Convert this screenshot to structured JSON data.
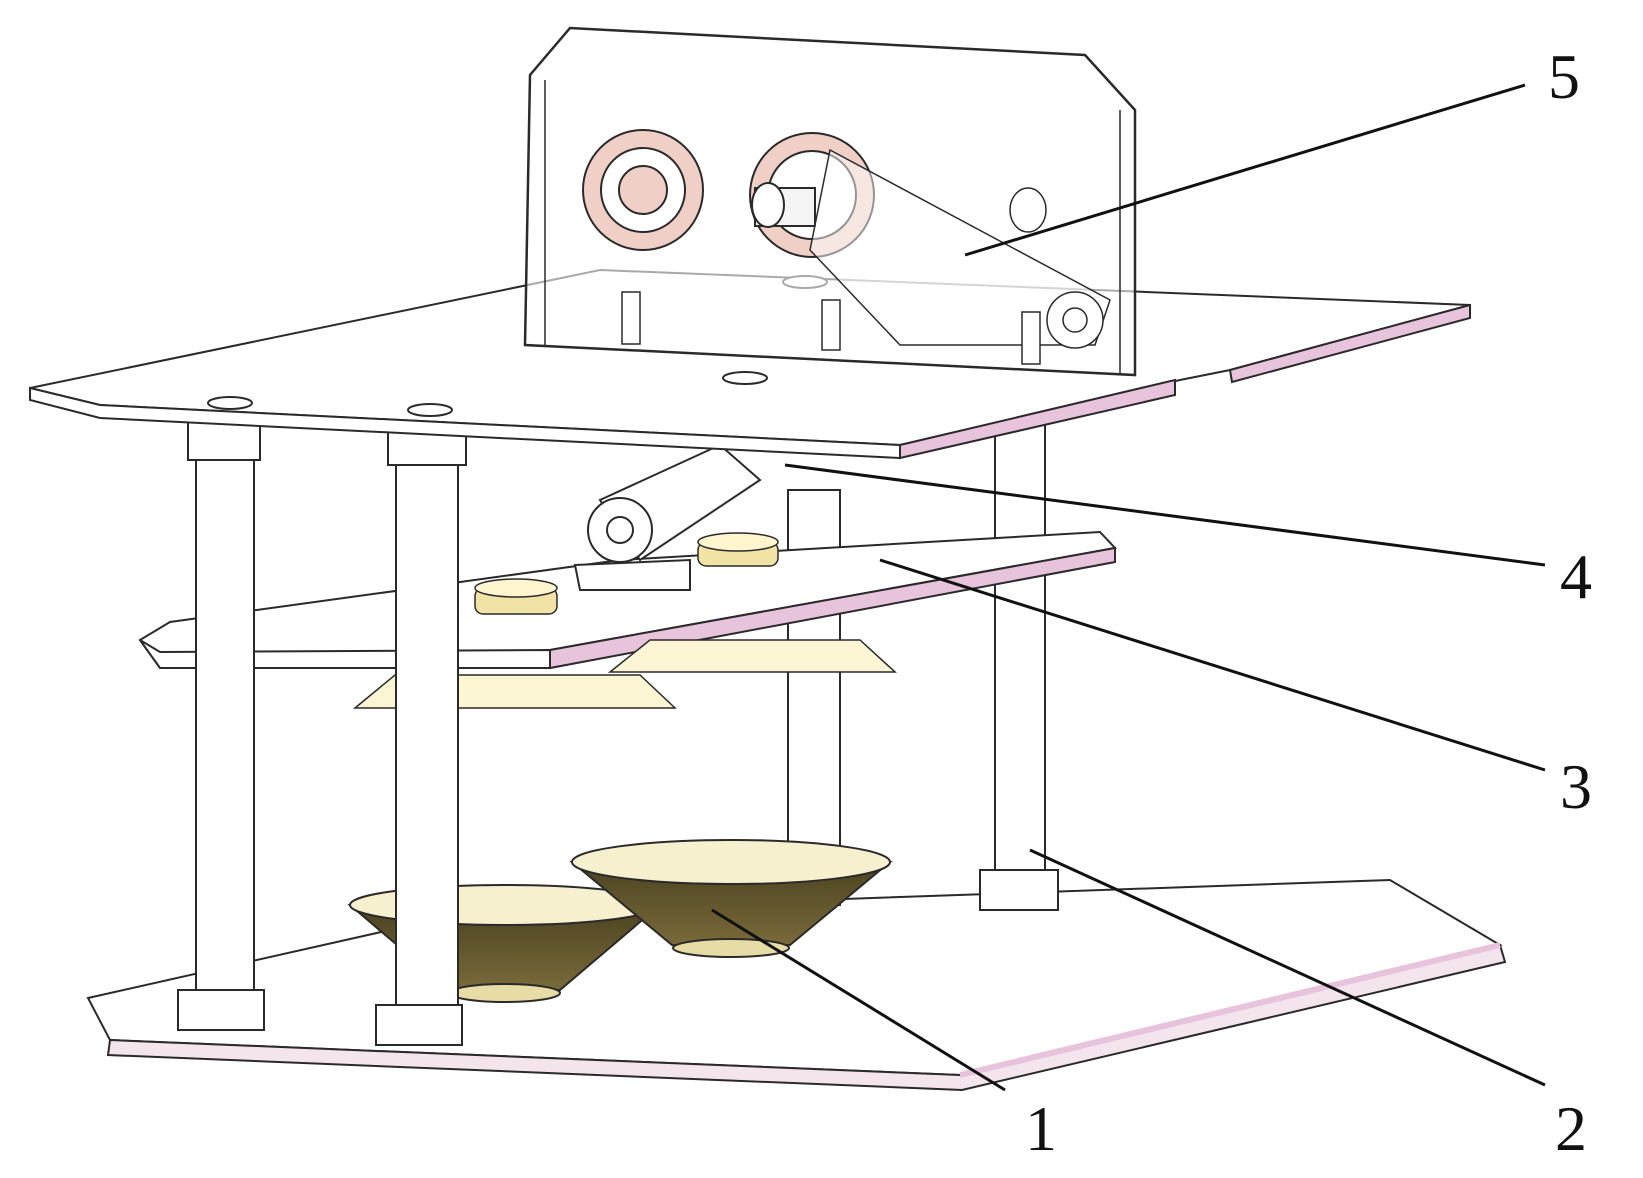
{
  "figure": {
    "callouts": [
      {
        "id": "1",
        "label": "1"
      },
      {
        "id": "2",
        "label": "2"
      },
      {
        "id": "3",
        "label": "3"
      },
      {
        "id": "4",
        "label": "4"
      },
      {
        "id": "5",
        "label": "5"
      }
    ],
    "colors": {
      "outline": "#2a2a2a",
      "plate_edge_pink": "#e7c3dc",
      "cup_dark": "#5d5128",
      "cup_light": "#f6f0cf",
      "bearing_pink": "#efcfc6",
      "background": "#ffffff"
    }
  }
}
